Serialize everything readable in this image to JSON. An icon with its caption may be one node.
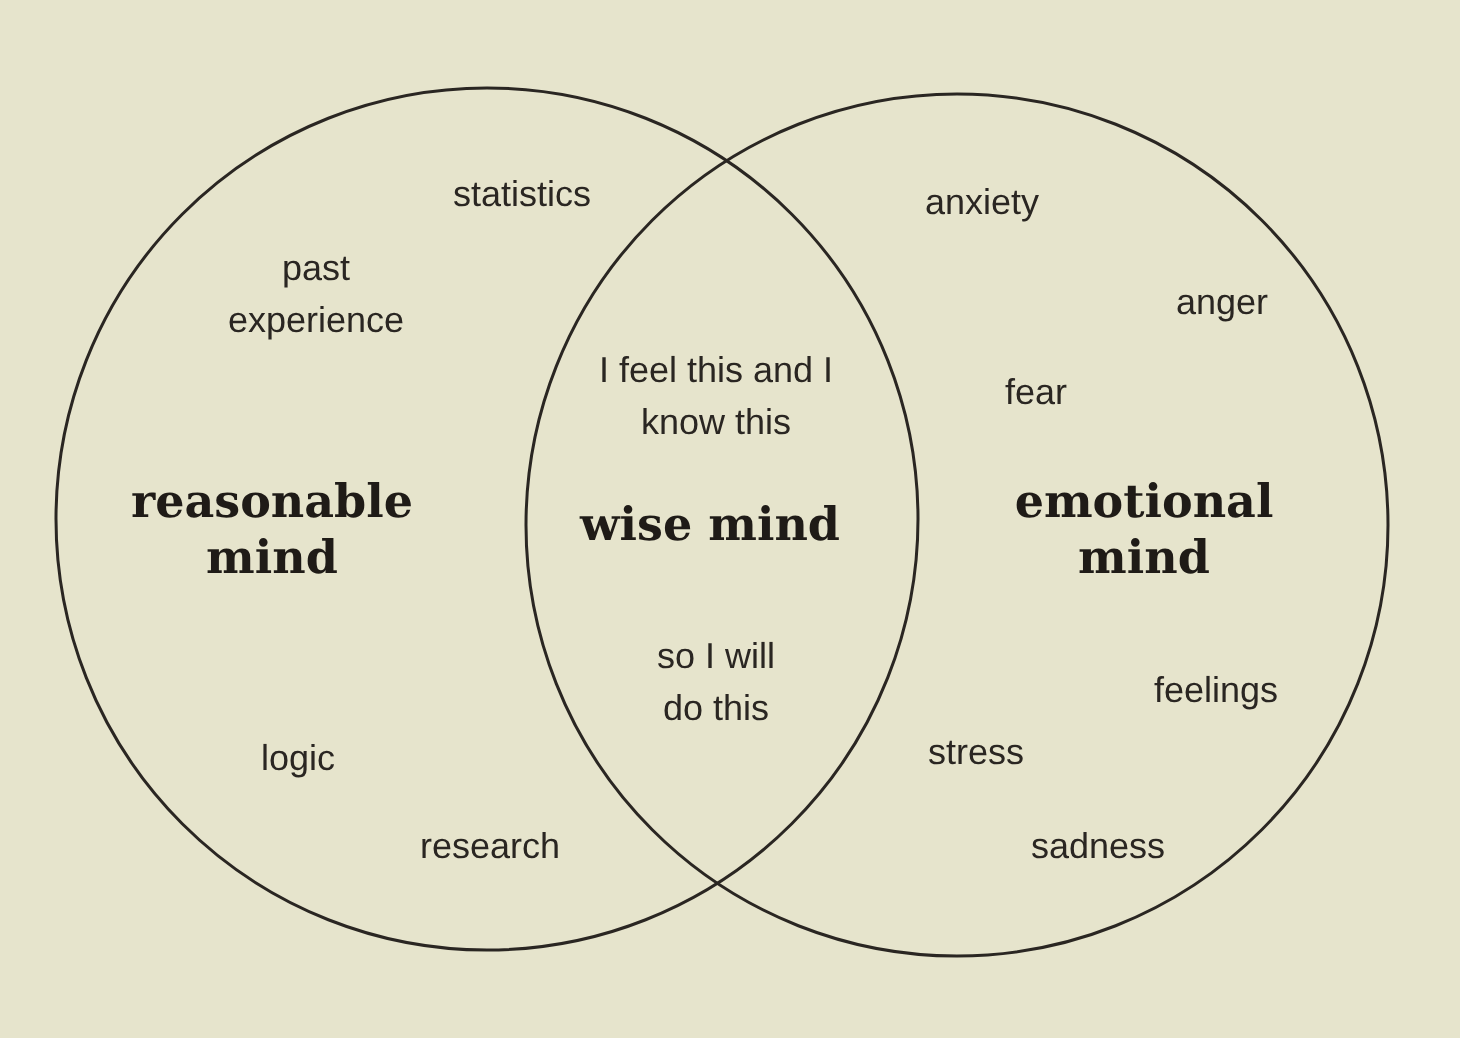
{
  "diagram": {
    "nodes": [
      {
        "text": [
          "reasonable mind",
          "statistics",
          "past experience",
          "logic",
          "research"
        ]
      },
      {
        "text": [
          "emotional mind",
          "anxiety",
          "anger",
          "fear",
          "feelings",
          "stress",
          "sadness"
        ]
      },
      {
        "text": [
          "I feel this and I know this",
          "wise mind",
          "so I will do this"
        ]
      }
    ],
    "edges": []
  }
}
